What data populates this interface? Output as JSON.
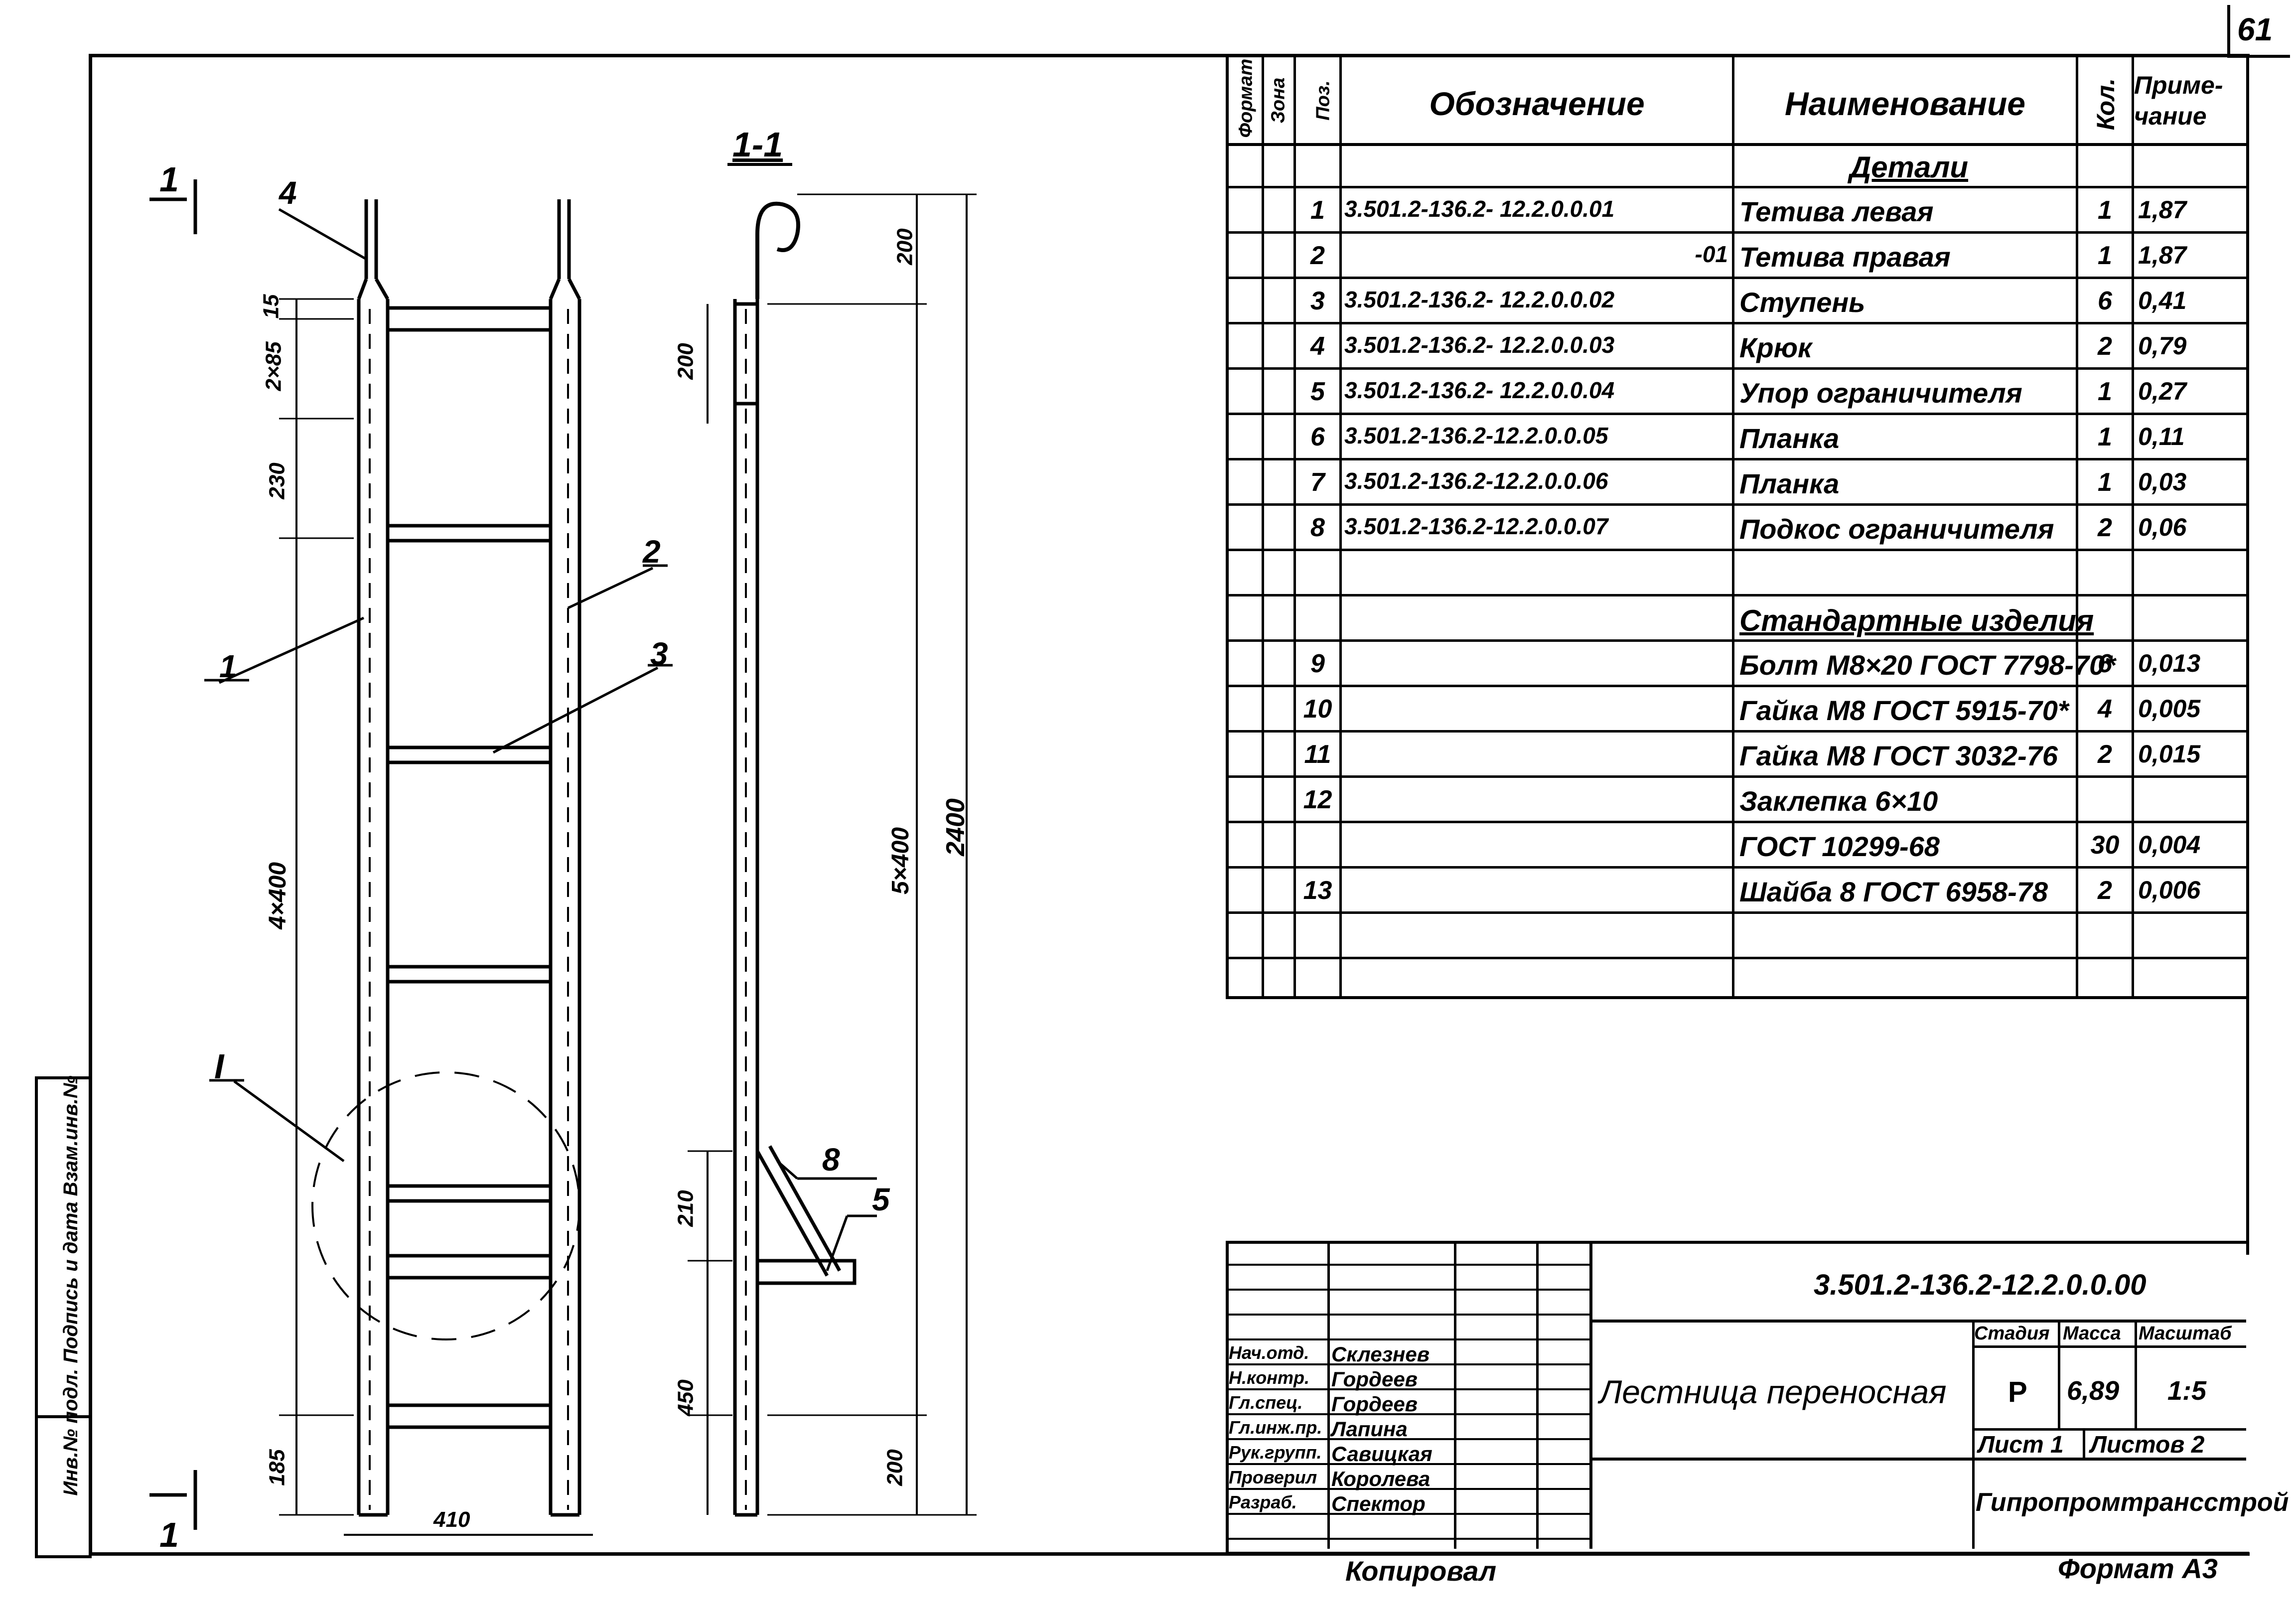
{
  "page_number": "61",
  "section_mark": "1",
  "section_title": "1-1",
  "detail_mark": "I",
  "drawing": {
    "left_dims": [
      "15",
      "2×85",
      "230",
      "4×400",
      "185"
    ],
    "width_dim": "410",
    "section_dims": [
      "200",
      "200",
      "5×400",
      "2400",
      "210",
      "450",
      "200"
    ],
    "callouts": [
      "4",
      "2",
      "1",
      "3",
      "8",
      "5"
    ]
  },
  "spec": {
    "headers": {
      "format": "Формат",
      "zone": "Зона",
      "pos": "Поз.",
      "designation": "Обозначение",
      "name": "Наименование",
      "qty": "Кол.",
      "note": "Приме-\nчание"
    },
    "rows": [
      {
        "pos": "",
        "designation": "",
        "name": "Детали",
        "qty": "",
        "note": "",
        "heading": true
      },
      {
        "pos": "1",
        "designation": "3.501.2-136.2- 12.2.0.0.01",
        "name": "Тетива левая",
        "qty": "1",
        "note": "1,87"
      },
      {
        "pos": "2",
        "designation": "-01",
        "name": "Тетива правая",
        "qty": "1",
        "note": "1,87"
      },
      {
        "pos": "3",
        "designation": "3.501.2-136.2- 12.2.0.0.02",
        "name": "Ступень",
        "qty": "6",
        "note": "0,41"
      },
      {
        "pos": "4",
        "designation": "3.501.2-136.2- 12.2.0.0.03",
        "name": "Крюк",
        "qty": "2",
        "note": "0,79"
      },
      {
        "pos": "5",
        "designation": "3.501.2-136.2- 12.2.0.0.04",
        "name": "Упор ограничителя",
        "qty": "1",
        "note": "0,27"
      },
      {
        "pos": "6",
        "designation": "3.501.2-136.2-12.2.0.0.05",
        "name": "Планка",
        "qty": "1",
        "note": "0,11"
      },
      {
        "pos": "7",
        "designation": "3.501.2-136.2-12.2.0.0.06",
        "name": "Планка",
        "qty": "1",
        "note": "0,03"
      },
      {
        "pos": "8",
        "designation": "3.501.2-136.2-12.2.0.0.07",
        "name": "Подкос ограничителя",
        "qty": "2",
        "note": "0,06"
      },
      {
        "pos": "",
        "designation": "",
        "name": "",
        "qty": "",
        "note": ""
      },
      {
        "pos": "",
        "designation": "",
        "name": "Стандартные изделия",
        "qty": "",
        "note": "",
        "heading": true
      },
      {
        "pos": "9",
        "designation": "",
        "name": "Болт М8×20 ГОСТ 7798-70*",
        "qty": "6",
        "note": "0,013"
      },
      {
        "pos": "10",
        "designation": "",
        "name": "Гайка М8 ГОСТ 5915-70*",
        "qty": "4",
        "note": "0,005"
      },
      {
        "pos": "11",
        "designation": "",
        "name": "Гайка М8 ГОСТ 3032-76",
        "qty": "2",
        "note": "0,015"
      },
      {
        "pos": "12",
        "designation": "",
        "name": "Заклепка 6×10",
        "qty": "",
        "note": ""
      },
      {
        "pos": "",
        "designation": "",
        "name": "ГОСТ 10299-68",
        "qty": "30",
        "note": "0,004"
      },
      {
        "pos": "13",
        "designation": "",
        "name": "Шайба 8 ГОСТ 6958-78",
        "qty": "2",
        "note": "0,006"
      },
      {
        "pos": "",
        "designation": "",
        "name": "",
        "qty": "",
        "note": ""
      }
    ]
  },
  "title_block": {
    "code": "3.501.2-136.2-12.2.0.0.00",
    "title": "Лестница переносная",
    "stage_label": "Стадия",
    "mass_label": "Масса",
    "scale_label": "Масштаб",
    "stage": "Р",
    "mass": "6,89",
    "scale": "1:5",
    "sheet_label": "Лист 1",
    "sheets_label": "Листов 2",
    "organization": "Гипропромтрансстрой",
    "signatures": [
      {
        "role": "Нач.отд.",
        "name": "Склезнев"
      },
      {
        "role": "Н.контр.",
        "name": "Гордеев"
      },
      {
        "role": "Гл.спец.",
        "name": "Гордеев"
      },
      {
        "role": "Гл.инж.пр.",
        "name": "Лапина"
      },
      {
        "role": "Рук.групп.",
        "name": "Савицкая"
      },
      {
        "role": "Проверил",
        "name": "Королева"
      },
      {
        "role": "Разраб.",
        "name": "Спектор"
      }
    ]
  },
  "copied_by": "Копировал",
  "format_label": "Формат А3",
  "side_stamp": "Инв.№ подл. Подпись и дата Взам.инв.№"
}
